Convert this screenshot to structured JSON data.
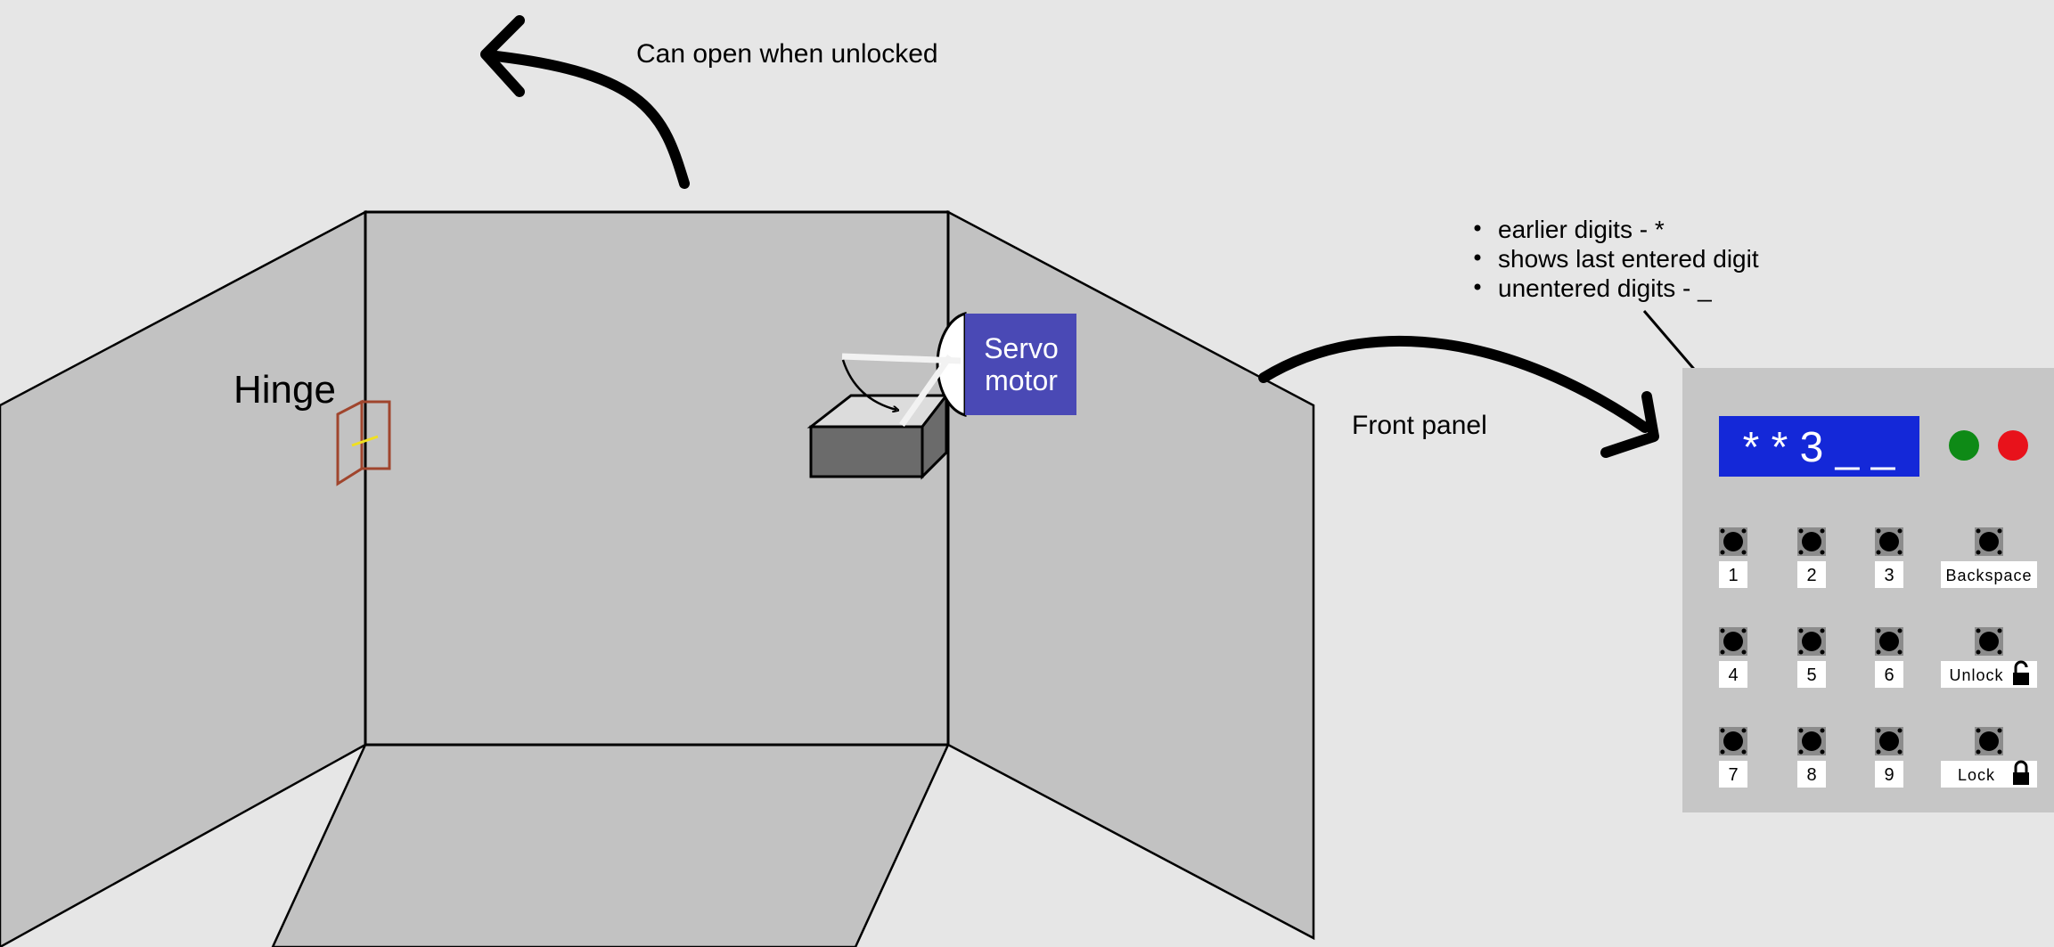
{
  "labels": {
    "open_note": "Can open when unlocked",
    "hinge": "Hinge",
    "servo_line1": "Servo",
    "servo_line2": "motor",
    "front_panel": "Front panel"
  },
  "notes": [
    "earlier digits - *",
    "shows last entered digit",
    "unentered digits - _"
  ],
  "panel": {
    "display_text": "* * 3 _ _",
    "leds": [
      {
        "name": "green-led",
        "color": "#0e8a16"
      },
      {
        "name": "red-led",
        "color": "#e8121b"
      }
    ],
    "keys": [
      [
        "1",
        "2",
        "3",
        "Backspace"
      ],
      [
        "4",
        "5",
        "6",
        "Unlock"
      ],
      [
        "7",
        "8",
        "9",
        "Lock"
      ]
    ],
    "key_icons": {
      "Unlock": "unlocked-padlock-icon",
      "Lock": "locked-padlock-icon"
    }
  },
  "colors": {
    "background": "#e6e6e6",
    "wall": "#c2c2c2",
    "servo": "#4a49b5",
    "display": "#1428d8",
    "hinge": "#a0452d",
    "latch_box": "#6b6b6b",
    "panel": "#c6c6c6"
  }
}
